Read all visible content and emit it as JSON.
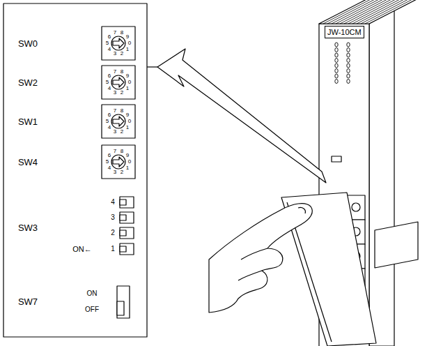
{
  "diagram": {
    "nodes": [
      {
        "text": [
          "JW-10CM"
        ]
      }
    ],
    "labels": [
      "SW0",
      "SW2",
      "SW1",
      "SW4",
      "SW3",
      "4",
      "3",
      "2",
      "ON←",
      "1",
      "SW7",
      "ON",
      "OFF",
      "0",
      "1",
      "2",
      "3",
      "4",
      "5",
      "6",
      "7",
      "8",
      "9",
      "0",
      "1",
      "2",
      "3",
      "4",
      "5",
      "6",
      "7",
      "8",
      "9",
      "0",
      "1",
      "2",
      "3",
      "4",
      "5",
      "6",
      "7",
      "8",
      "9",
      "0",
      "1",
      "2",
      "3",
      "4",
      "5",
      "6",
      "7",
      "8",
      "9"
    ]
  }
}
